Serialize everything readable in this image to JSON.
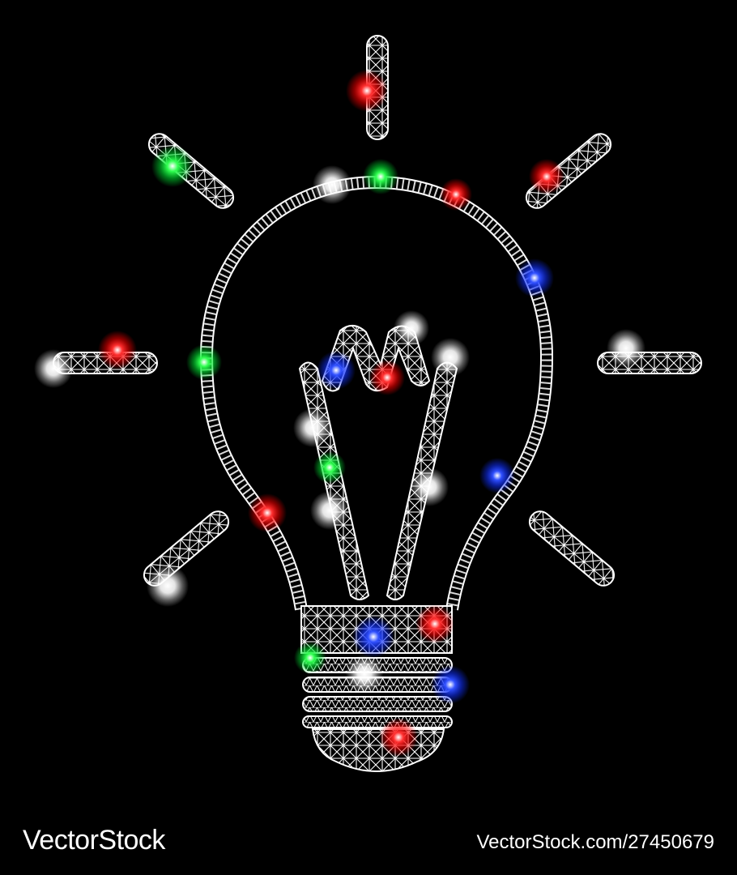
{
  "image": {
    "subject": "lightbulb-icon",
    "style": "white wireframe mesh with glowing flare dots",
    "background_color": "#000000",
    "mesh_color": "#ffffff",
    "flare_colors": {
      "red": "#ff2020",
      "green": "#20e040",
      "blue": "#2040ff",
      "white": "#ffffff"
    }
  },
  "watermark": {
    "logo_text": "VectorStock",
    "stock_id": "VectorStock.com/27450679"
  }
}
